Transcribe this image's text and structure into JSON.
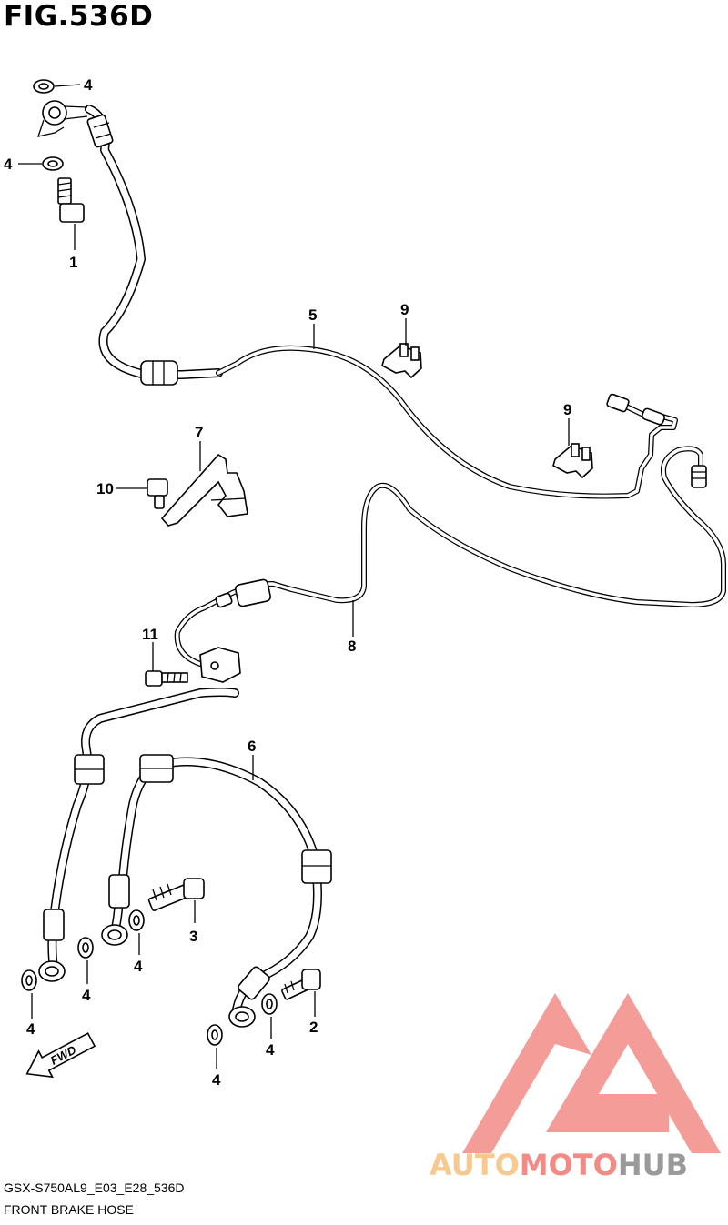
{
  "figure": {
    "title": "FIG.536D",
    "model_code": "GSX-S750AL9_E03_E28_536D",
    "description": "FRONT BRAKE HOSE"
  },
  "callouts": [
    "1",
    "2",
    "3",
    "4",
    "5",
    "6",
    "7",
    "8",
    "9",
    "10",
    "11"
  ],
  "watermark": {
    "text_part1": "AUTO",
    "text_part2": "MOTO",
    "text_part3": "HUB",
    "color_part1": "#f7c98e",
    "color_part2": "#f28b86",
    "color_part3": "#9a9a9a",
    "logo_color": "#f28b86"
  },
  "fwd_arrow": {
    "text": "FWD"
  }
}
